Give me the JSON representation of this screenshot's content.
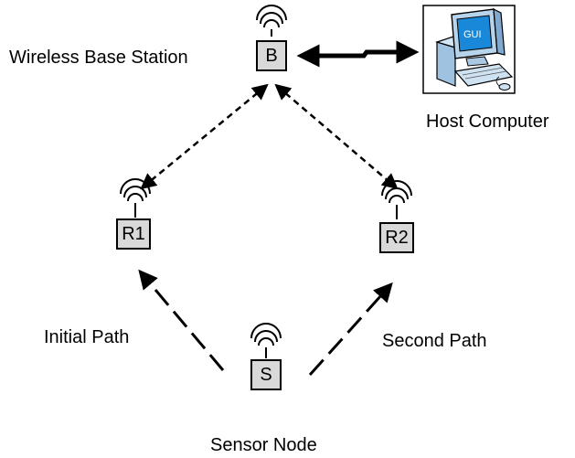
{
  "labels": {
    "base_station": "Wireless Base Station",
    "host_computer": "Host Computer",
    "initial_path": "Initial Path",
    "second_path": "Second Path",
    "sensor_node": "Sensor Node"
  },
  "nodes": {
    "base": "B",
    "relay1": "R1",
    "relay2": "R2",
    "sensor": "S"
  },
  "computer_screen_text": "GUI",
  "colors": {
    "node_fill": "#d9d9d9",
    "screen_blue": "#1a88d8",
    "monitor_body": "#b8d4ea"
  }
}
